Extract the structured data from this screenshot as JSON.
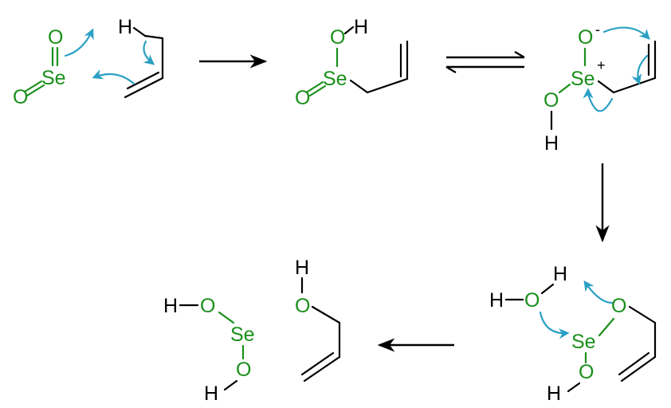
{
  "atoms": {
    "se": "Se",
    "o": "O",
    "h": "H",
    "plus": "+",
    "minus": "-"
  },
  "colors": {
    "heteroatom": "#1a8f1a",
    "curly_arrow": "#2aa0c4",
    "bond": "#000000"
  }
}
